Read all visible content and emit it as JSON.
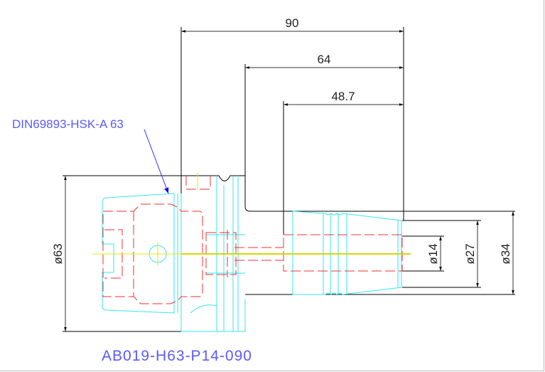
{
  "drawing": {
    "part_number": "AB019-H63-P14-090",
    "standard_label": "DIN69893-HSK-A 63",
    "dimensions": {
      "length_total": "90",
      "length_mid": "64",
      "length_bore": "48.7",
      "dia_flange": "ø63",
      "dia_outer": "ø34",
      "dia_mid": "ø27",
      "dia_bore": "ø14"
    }
  },
  "colors": {
    "outline": "#000000",
    "hidden_lines": "#f03030",
    "profile": "#33e6f0",
    "centerline": "#d8d800",
    "annotation": "#5a5aff"
  }
}
